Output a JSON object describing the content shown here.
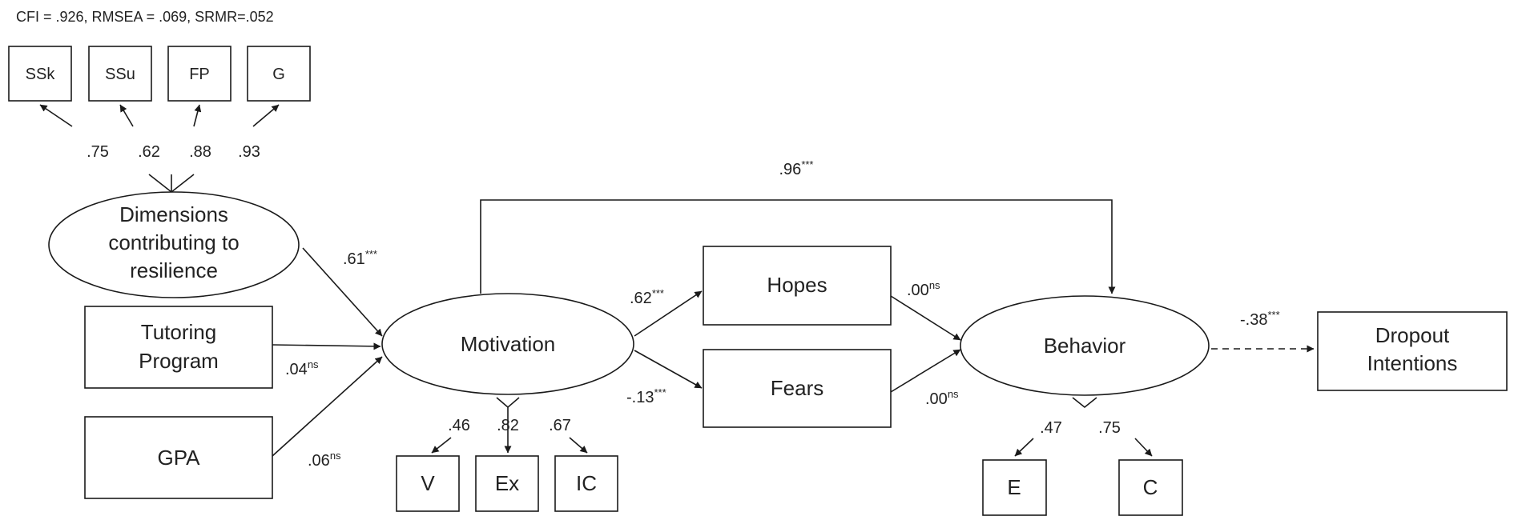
{
  "fit_indices": "CFI = .926, RMSEA = .069, SRMR=.052",
  "indicators": {
    "resilience": [
      "SSk",
      "SSu",
      "FP",
      "G"
    ],
    "motivation": [
      "V",
      "Ex",
      "IC"
    ],
    "behavior": [
      "E",
      "C"
    ]
  },
  "loadings": {
    "resilience": [
      ".75",
      ".62",
      ".88",
      ".93"
    ],
    "motivation": [
      ".46",
      ".82",
      ".67"
    ],
    "behavior": [
      ".47",
      ".75"
    ]
  },
  "nodes": {
    "resilience": [
      "Dimensions",
      "contributing to",
      "resilience"
    ],
    "tutoring": [
      "Tutoring",
      "Program"
    ],
    "gpa": "GPA",
    "motivation": "Motivation",
    "hopes": "Hopes",
    "fears": "Fears",
    "behavior": "Behavior",
    "dropout": [
      "Dropout",
      "Intentions"
    ]
  },
  "paths": {
    "resilience_motivation": {
      "value": ".61",
      "sig": "***"
    },
    "tutoring_motivation": {
      "value": ".04",
      "sig": "ns"
    },
    "gpa_motivation": {
      "value": ".06",
      "sig": "ns"
    },
    "motivation_behavior": {
      "value": ".96",
      "sig": "***"
    },
    "motivation_hopes": {
      "value": ".62",
      "sig": "***"
    },
    "motivation_fears": {
      "value": "-.13",
      "sig": "***"
    },
    "hopes_behavior": {
      "value": ".00",
      "sig": "ns"
    },
    "fears_behavior": {
      "value": ".00",
      "sig": "ns"
    },
    "behavior_dropout": {
      "value": "-.38",
      "sig": "***"
    }
  }
}
